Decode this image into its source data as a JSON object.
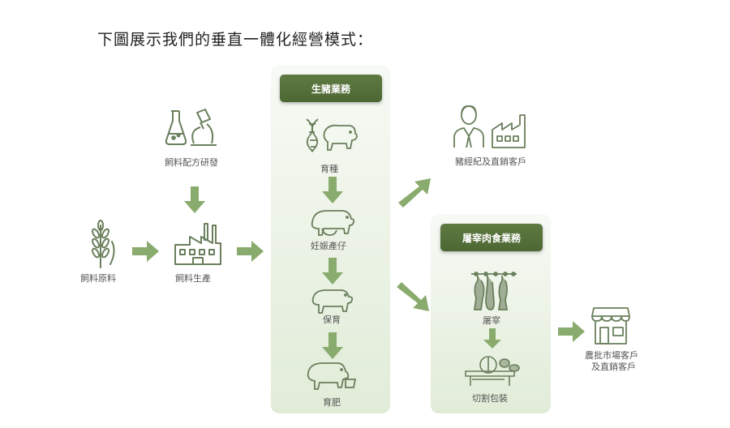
{
  "title": "下圖展示我們的垂直一體化經營模式：",
  "panels": {
    "hog": {
      "header": "生豬業務"
    },
    "meat": {
      "header": "屠宰肉食業務"
    }
  },
  "nodes": {
    "feed_raw": "飼料原料",
    "feed_rnd": "飼料配方研發",
    "feed_prod": "飼料生產",
    "breeding": "育種",
    "farrowing": "妊娠產仔",
    "nursery": "保育",
    "finishing": "育肥",
    "brokers": "豬經紀及直銷客戶",
    "slaughter": "屠宰",
    "cutting": "切割包裝",
    "wholesale_line1": "農批市場客戶",
    "wholesale_line2": "及直銷客戶"
  },
  "icons": {
    "wheat": "wheat-icon",
    "lab": "flask-microscope-icon",
    "factory": "factory-icon",
    "dna_pig": "dna-pig-icon",
    "sow": "sow-piglets-icon",
    "pig": "pig-icon",
    "feeding_pig": "pig-feeding-icon",
    "businessman": "businessman-icon",
    "client_factory": "factory-icon",
    "carcass": "carcass-hook-icon",
    "cutting": "meat-cutting-icon",
    "store": "store-icon"
  },
  "colors": {
    "accent": "#8aab6e",
    "header": "#56703b",
    "icon": "#6a7f5c"
  }
}
